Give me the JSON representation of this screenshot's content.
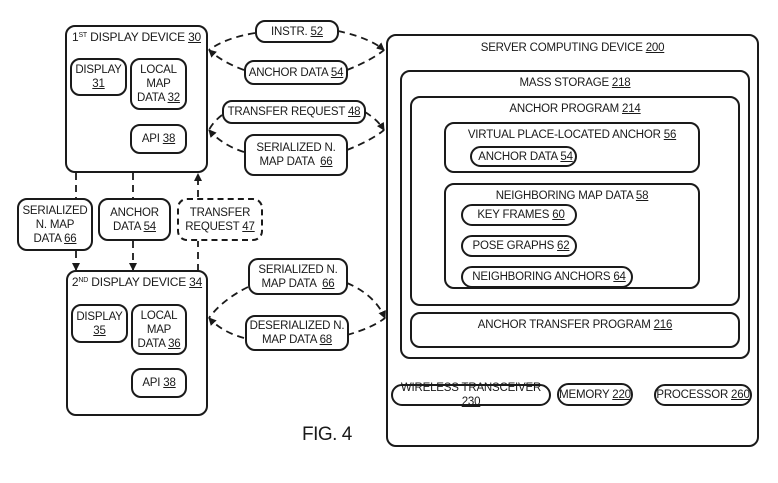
{
  "figure_label": "FIG. 4",
  "device1": {
    "title_prefix": "1",
    "title_sup": "ST",
    "title_text": " DISPLAY DEVICE ",
    "title_ref": "30",
    "display": {
      "label": "DISPLAY",
      "ref": "31"
    },
    "local_map": {
      "line1": "LOCAL",
      "line2": "MAP",
      "line3": "DATA ",
      "ref": "32"
    },
    "api": {
      "label": "API ",
      "ref": "38"
    }
  },
  "device2": {
    "title_prefix": "2",
    "title_sup": "ND",
    "title_text": " DISPLAY DEVICE ",
    "title_ref": "34",
    "display": {
      "label": "DISPLAY",
      "ref": "35"
    },
    "local_map": {
      "line1": "LOCAL",
      "line2": "MAP",
      "line3": "DATA ",
      "ref": "36"
    },
    "api": {
      "label": "API ",
      "ref": "38"
    }
  },
  "between_devices": {
    "serialized": {
      "line1": "SERIALIZED",
      "line2": "N. MAP",
      "line3": "DATA ",
      "ref": "66"
    },
    "anchor": {
      "line1": "ANCHOR",
      "line2": "DATA ",
      "ref": "54"
    },
    "transfer": {
      "line1": "TRANSFER",
      "line2": "REQUEST ",
      "ref": "47"
    }
  },
  "messages": {
    "instr": {
      "label": "INSTR. ",
      "ref": "52"
    },
    "anchor_data": {
      "label": "ANCHOR DATA ",
      "ref": "54"
    },
    "transfer_request": {
      "label": "TRANSFER REQUEST ",
      "ref": "48"
    },
    "serialized_1": {
      "line1": "SERIALIZED N.",
      "line2": "MAP DATA  ",
      "ref": "66"
    },
    "serialized_2": {
      "line1": "SERIALIZED N.",
      "line2": "MAP DATA  ",
      "ref": "66"
    },
    "deserialized": {
      "line1": "DESERIALIZED N.",
      "line2": "MAP DATA ",
      "ref": "68"
    }
  },
  "server": {
    "title": "SERVER COMPUTING DEVICE ",
    "ref": "200",
    "mass_storage": {
      "title": "MASS STORAGE ",
      "ref": "218"
    },
    "anchor_program": {
      "title": "ANCHOR PROGRAM ",
      "ref": "214"
    },
    "vpla": {
      "title": "VIRTUAL PLACE-LOCATED ANCHOR ",
      "ref": "56",
      "anchor_data": {
        "label": "ANCHOR DATA ",
        "ref": "54"
      }
    },
    "neighboring_map_data": {
      "title": "NEIGHBORING MAP DATA ",
      "ref": "58",
      "items": [
        {
          "label": "KEY FRAMES ",
          "ref": "60"
        },
        {
          "label": "POSE GRAPHS ",
          "ref": "62"
        },
        {
          "label": "NEIGHBORING ANCHORS ",
          "ref": "64"
        }
      ]
    },
    "anchor_transfer_program": {
      "title": "ANCHOR TRANSFER PROGRAM ",
      "ref": "216"
    },
    "wireless_transceiver": {
      "label": "WIRELESS TRANSCEIVER ",
      "ref": "230"
    },
    "memory": {
      "label": "MEMORY ",
      "ref": "220"
    },
    "processor": {
      "label": "PROCESSOR ",
      "ref": "260"
    }
  }
}
